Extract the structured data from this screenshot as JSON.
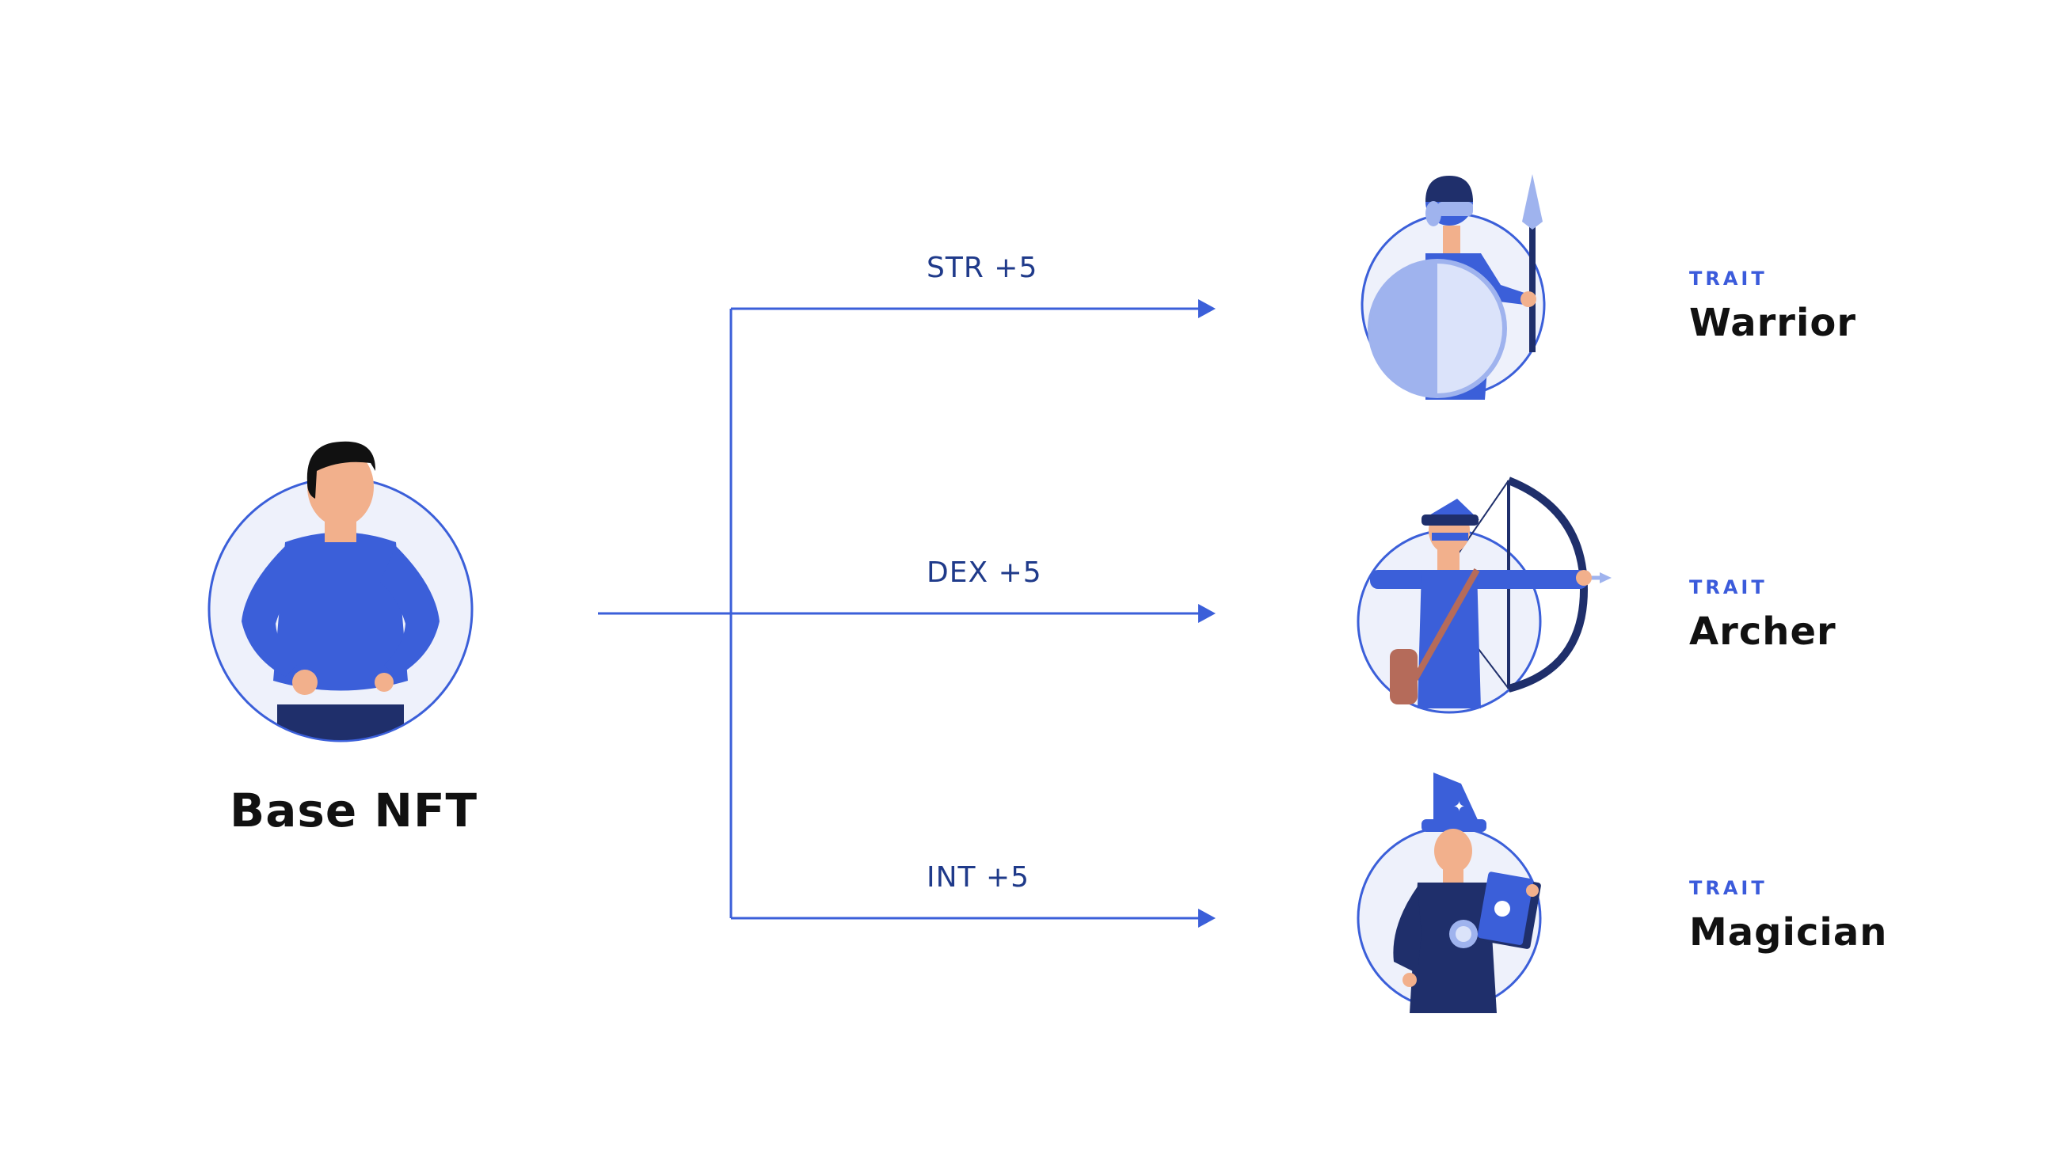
{
  "base": {
    "label": "Base NFT"
  },
  "branches": [
    {
      "stat": "STR +5",
      "trait_tag": "TRAIT",
      "trait_name": "Warrior"
    },
    {
      "stat": "DEX +5",
      "trait_tag": "TRAIT",
      "trait_name": "Archer"
    },
    {
      "stat": "INT +5",
      "trait_tag": "TRAIT",
      "trait_name": "Magician"
    }
  ],
  "colors": {
    "accent": "#3b5fd9",
    "line": "#3b5fd9",
    "dark_blue": "#1f2f6b",
    "circle_fill": "#eef1fb",
    "skin": "#f2b08c"
  }
}
